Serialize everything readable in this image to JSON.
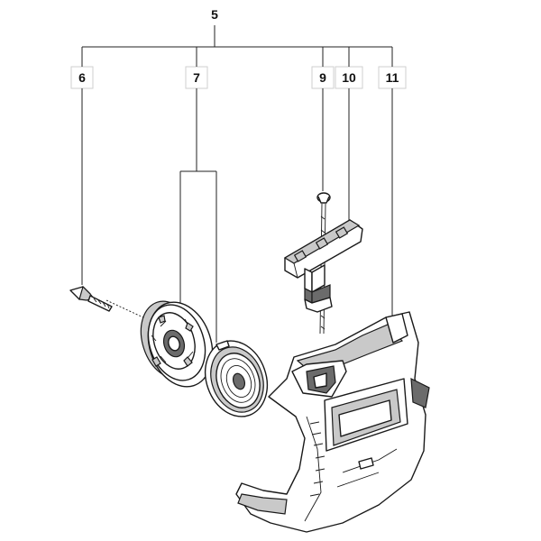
{
  "diagram": {
    "assembly_number": "5",
    "callouts": [
      {
        "id": "6",
        "label": "6"
      },
      {
        "id": "7",
        "label": "7"
      },
      {
        "id": "9",
        "label": "9"
      },
      {
        "id": "10",
        "label": "10"
      },
      {
        "id": "11",
        "label": "11"
      }
    ]
  }
}
